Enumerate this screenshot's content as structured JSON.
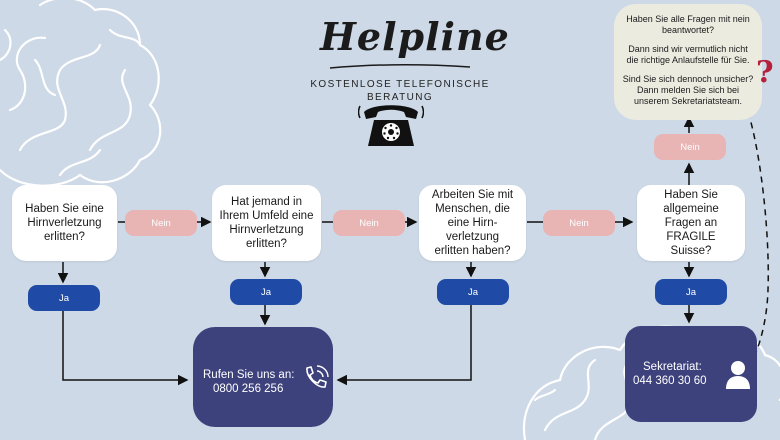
{
  "header": {
    "title": "Helpline",
    "subtitle": "KOSTENLOSE TELEFONISCHE BERATUNG"
  },
  "questions": [
    "Haben Sie eine Hirnverletzung erlitten?",
    "Hat jemand in Ihrem Umfeld eine Hirnverletzung erlitten?",
    "Arbeiten Sie mit Menschen, die eine Hirn-verletzung erlitten haben?",
    "Haben Sie allgemeine Fragen an FRAGILE Suisse?"
  ],
  "answers": {
    "yes": "Ja",
    "no": "Nein"
  },
  "hotline": {
    "label": "Rufen Sie uns an:",
    "number": "0800 256 256"
  },
  "secretariat": {
    "label": "Sekretariat:",
    "number": "044 360 30 60"
  },
  "note": {
    "line1": "Haben Sie alle Fragen mit nein beantwortet?",
    "line2": "Dann sind wir vermutlich nicht die richtige Anlaufstelle für Sie.",
    "line3": "Sind Sie sich dennoch unsicher? Dann melden Sie sich bei unserem Sekretariatsteam.",
    "mark": "?"
  },
  "icons": {
    "telephone": "rotary-phone-icon",
    "handset": "phone-handset-icon",
    "person": "person-icon"
  },
  "colors": {
    "background": "#cdd9e7",
    "nein": "#e8b4b4",
    "ja": "#1f4aa6",
    "callbox": "#3d427c",
    "note": "#ecebe0",
    "question_mark": "#b5203a"
  }
}
